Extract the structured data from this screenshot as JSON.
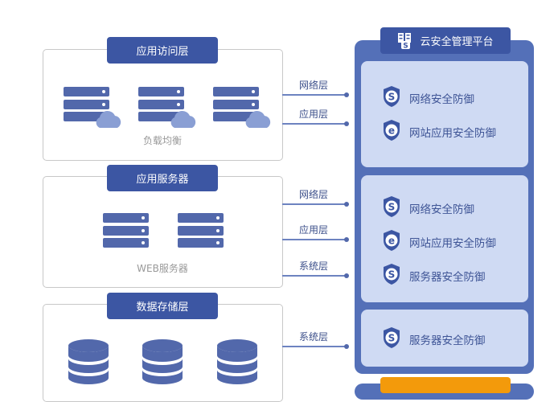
{
  "left": {
    "access_layer": {
      "title": "应用访问层",
      "caption": "负载均衡"
    },
    "app_server": {
      "title": "应用服务器",
      "caption": "WEB服务器"
    },
    "storage_layer": {
      "title": "数据存储层"
    }
  },
  "connectors": [
    {
      "label": "网络层"
    },
    {
      "label": "应用层"
    },
    {
      "label": "网络层"
    },
    {
      "label": "应用层"
    },
    {
      "label": "系统层"
    },
    {
      "label": "系统层"
    }
  ],
  "platform": {
    "title": "云安全管理平台",
    "cards": [
      {
        "items": [
          {
            "icon": "shield-s-icon",
            "label": "网络安全防御"
          },
          {
            "icon": "shield-e-icon",
            "label": "网站应用安全防御"
          }
        ]
      },
      {
        "items": [
          {
            "icon": "shield-s-icon",
            "label": "网络安全防御"
          },
          {
            "icon": "shield-e-icon",
            "label": "网站应用安全防御"
          },
          {
            "icon": "shield-s-icon",
            "label": "服务器安全防御"
          }
        ]
      },
      {
        "items": [
          {
            "icon": "shield-s-icon",
            "label": "服务器安全防御"
          }
        ]
      }
    ]
  },
  "colors": {
    "primary": "#3c56a3",
    "panel": "#5470b8",
    "card": "#cfdaf3",
    "accent": "#f39a0b"
  }
}
